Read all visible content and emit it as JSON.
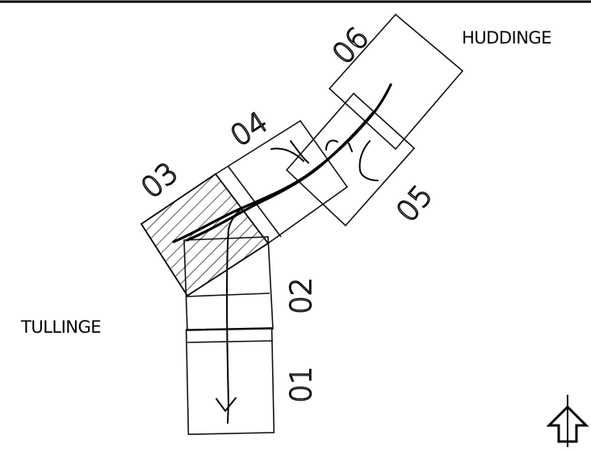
{
  "places": {
    "huddinge": "HUDDINGE",
    "tullinge": "TULLINGE"
  },
  "sheets": [
    {
      "id": "01",
      "label": "01",
      "hatched": false
    },
    {
      "id": "02",
      "label": "02",
      "hatched": false
    },
    {
      "id": "03",
      "label": "03",
      "hatched": true
    },
    {
      "id": "04",
      "label": "04",
      "hatched": false
    },
    {
      "id": "05",
      "label": "05",
      "hatched": false
    },
    {
      "id": "06",
      "label": "06",
      "hatched": false
    }
  ],
  "north_arrow": {
    "icon": "north-arrow-icon"
  },
  "colors": {
    "line": "#000000",
    "background": "#ffffff"
  }
}
